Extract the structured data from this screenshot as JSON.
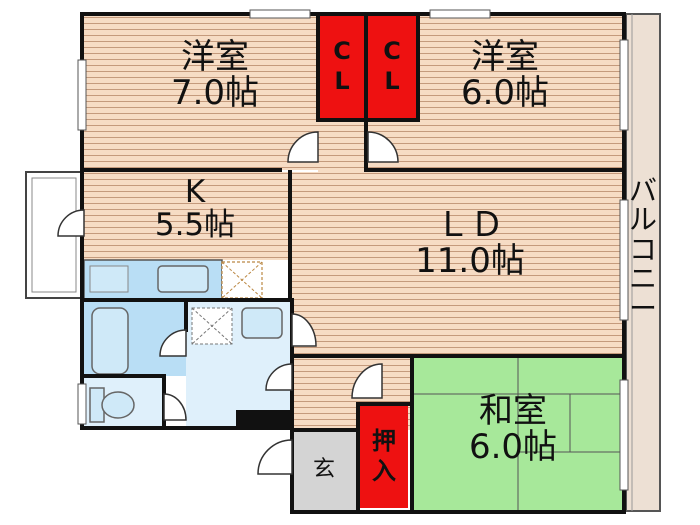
{
  "rooms": {
    "western_room_left": {
      "name": "洋室",
      "size": "7.0帖"
    },
    "western_room_right": {
      "name": "洋室",
      "size": "6.0帖"
    },
    "kitchen": {
      "name": "K",
      "size": "5.5帖"
    },
    "living_dining": {
      "name": "ＬＤ",
      "size": "11.0帖"
    },
    "japanese_room": {
      "name": "和室",
      "size": "6.0帖"
    }
  },
  "closets": {
    "closet_left": {
      "line1": "C",
      "line2": "L"
    },
    "closet_right": {
      "line1": "C",
      "line2": "L"
    },
    "oshiire": {
      "line1": "押",
      "line2": "入"
    }
  },
  "entrance": {
    "label": "玄"
  },
  "balcony": {
    "chars": [
      "バ",
      "ル",
      "コ",
      "ニ",
      "ー"
    ]
  },
  "colors": {
    "wood_floor": "#f6dcc4",
    "wood_lines": "#c49a7c",
    "tatami": "#a7e89a",
    "closet_red": "#ee1111",
    "wet_area_blue": "#b9def5",
    "entrance_grey": "#d4d4d4",
    "balcony_fill": "#ede0d4",
    "wall": "#111111"
  }
}
